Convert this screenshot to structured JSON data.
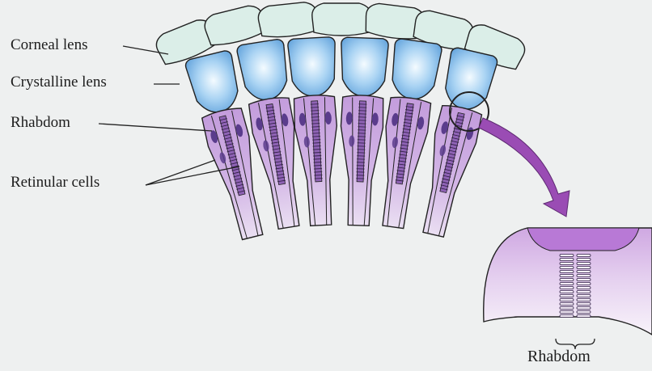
{
  "labels": {
    "corneal_lens": "Corneal lens",
    "crystalline_lens": "Crystalline lens",
    "rhabdom": "Rhabdom",
    "retinular_cells": "Retinular cells",
    "rhabdom_detail": "Rhabdom"
  },
  "colors": {
    "background": "#eef0f0",
    "corneal_lens": "#dbeee8",
    "crystalline_lens": "#8fc4ee",
    "retinular_cell": "#c6a2dc",
    "nucleus": "#5a3c8c",
    "arrow": "#9a4cb4",
    "outline": "#222222"
  },
  "ommatidia_count": 6
}
